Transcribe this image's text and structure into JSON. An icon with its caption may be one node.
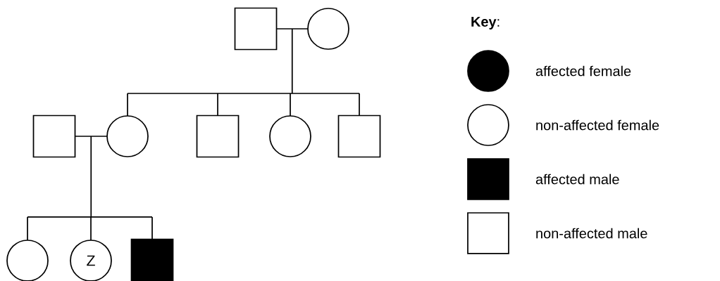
{
  "diagram": {
    "nodes": [
      {
        "text": [],
        "shape": "box"
      },
      {
        "text": [],
        "shape": "circle"
      },
      {
        "text": [],
        "shape": "box"
      },
      {
        "text": [],
        "shape": "circle"
      },
      {
        "text": [],
        "shape": "box"
      },
      {
        "text": [],
        "shape": "circle"
      },
      {
        "text": [],
        "shape": "box"
      },
      {
        "text": [],
        "shape": "circle"
      },
      {
        "text": [
          "Z"
        ]
      },
      {
        "text": [],
        "shape": "box"
      }
    ],
    "edges": [
      {
        "from": 0,
        "to": 1,
        "arrow": "none"
      },
      {
        "from": 0,
        "to": 3,
        "arrow": "none"
      },
      {
        "from": 1,
        "to": 3,
        "arrow": "none"
      },
      {
        "from": 0,
        "to": 4,
        "arrow": "none"
      },
      {
        "from": 1,
        "to": 4,
        "arrow": "none"
      },
      {
        "from": 0,
        "to": 5,
        "arrow": "none"
      },
      {
        "from": 1,
        "to": 5,
        "arrow": "none"
      },
      {
        "from": 0,
        "to": 6,
        "arrow": "none"
      },
      {
        "from": 1,
        "to": 6,
        "arrow": "none"
      },
      {
        "from": 2,
        "to": 3,
        "arrow": "none"
      },
      {
        "from": 2,
        "to": 7,
        "arrow": "none"
      },
      {
        "from": 3,
        "to": 7,
        "arrow": "none"
      },
      {
        "from": 2,
        "to": 8,
        "arrow": "none"
      },
      {
        "from": 3,
        "to": 8,
        "arrow": "none"
      },
      {
        "from": 2,
        "to": 9,
        "arrow": "none"
      },
      {
        "from": 3,
        "to": 9,
        "arrow": "none"
      }
    ],
    "labels": [
      "**Key**:"
    ],
    "legend": [
      {
        "text": "affected female"
      },
      {
        "text": "non-affected female"
      },
      {
        "text": "affected male"
      },
      {
        "text": "non-affected male"
      }
    ]
  }
}
